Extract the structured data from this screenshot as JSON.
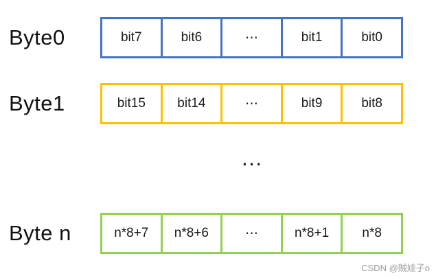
{
  "diagram": {
    "title_semantic": "byte-to-bit mapping diagram",
    "rows": [
      {
        "label": "Byte0",
        "border_color": "#4472C4",
        "cells": [
          "bit7",
          "bit6",
          "⋯",
          "bit1",
          "bit0"
        ]
      },
      {
        "label": "Byte1",
        "border_color": "#FFC000",
        "cells": [
          "bit15",
          "bit14",
          "⋯",
          "bit9",
          "bit8"
        ]
      },
      {
        "label": "Byte n",
        "border_color": "#92D050",
        "cells": [
          "n*8+7",
          "n*8+6",
          "⋯",
          "n*8+1",
          "n*8"
        ]
      }
    ],
    "between_rows_ellipsis": "…"
  },
  "watermark": {
    "text": "CSDN @贼娃子o",
    "color": "#9e9e9e"
  },
  "colors": {
    "background": "#ffffff",
    "byte0_border": "#4472C4",
    "byte1_border": "#FFC000",
    "byte_n_border": "#92D050",
    "cell_text": "#1a1a1a"
  }
}
